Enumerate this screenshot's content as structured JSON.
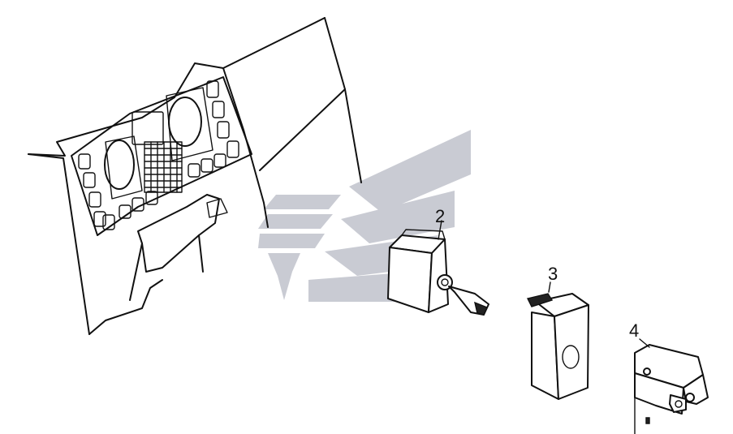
{
  "watermark": {
    "color": "#c9cbd3"
  },
  "parts": [
    {
      "id": "dashboard",
      "label": ""
    },
    {
      "id": "toggle-switch",
      "label": "2"
    },
    {
      "id": "rocker-switch-housing",
      "label": "3"
    },
    {
      "id": "mounting-bracket",
      "label": "4"
    }
  ]
}
